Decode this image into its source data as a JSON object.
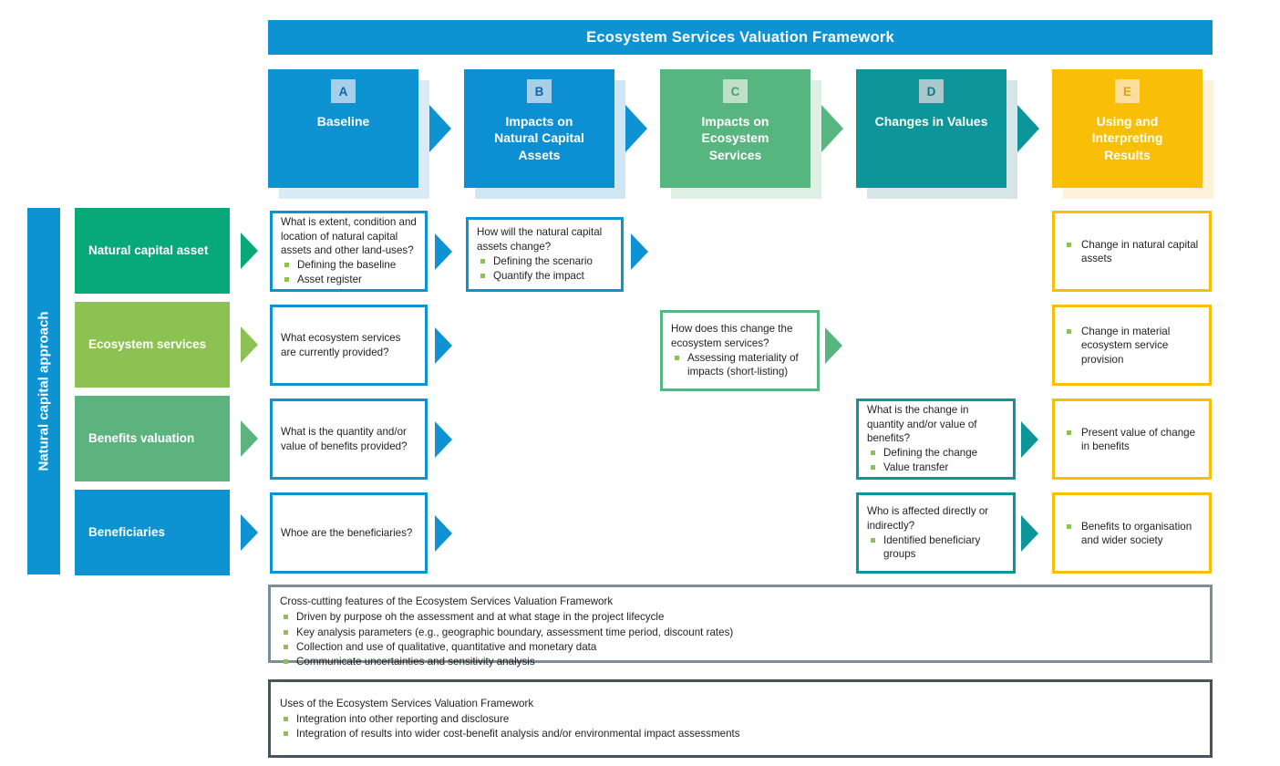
{
  "header": {
    "title": "Ecosystem Services Valuation Framework"
  },
  "spine": {
    "label": "Natural capital approach"
  },
  "stages": [
    {
      "letter": "A",
      "title": "Baseline",
      "color": "#0d93d2",
      "badge_bg": "#a8cfe9",
      "badge_fg": "#0d6aa8",
      "shadow": "#a9cfe8"
    },
    {
      "letter": "B",
      "title": "Impacts on\nNatural Capital\nAssets",
      "color": "#0d8fd4",
      "badge_bg": "#a8cfe9",
      "badge_fg": "#0d6aa8",
      "shadow": "#8cc4e8"
    },
    {
      "letter": "C",
      "title": "Impacts on\nEcosystem\nServices",
      "color": "#57b57f",
      "badge_bg": "#bfdfc8",
      "badge_fg": "#4e9f72",
      "shadow": "#aedcbd"
    },
    {
      "letter": "D",
      "title": "Changes in Values",
      "color": "#0d9699",
      "badge_bg": "#a9c8cc",
      "badge_fg": "#0d7b80",
      "shadow": "#9dc0c5"
    },
    {
      "letter": "E",
      "title": "Using and\nInterpreting\nResults",
      "color": "#f9be06",
      "badge_bg": "#fbdf9d",
      "badge_fg": "#d8a412",
      "shadow": "#fce0a8"
    }
  ],
  "arrows": {
    "stage_color": [
      "#0d93d2",
      "#0d93d2",
      "#57b57f",
      "#0d9699"
    ],
    "row_colors": [
      "#08a978",
      "#8cc251",
      "#5cb37e",
      "#0d93d2"
    ]
  },
  "rows": [
    {
      "label": "Natural capital asset",
      "color": "#08a978"
    },
    {
      "label": "Ecosystem services",
      "color": "#8cc251"
    },
    {
      "label": "Benefits valuation",
      "color": "#5cb37e"
    },
    {
      "label": "Beneficiaries",
      "color": "#0d93d2"
    }
  ],
  "cells": {
    "r1a": {
      "border": "#0d93d2",
      "question": "What is extent, condition and location of natural capital assets and other land-uses?",
      "bullets": [
        "Defining the baseline",
        "Asset register"
      ]
    },
    "r1b": {
      "border": "#0d93d2",
      "question": "How will the natural capital assets change?",
      "bullets": [
        "Defining the scenario",
        "Quantify the impact"
      ]
    },
    "r1e": {
      "border": "#f9be06",
      "question": "",
      "bullets": [
        "Change in natural capital assets"
      ]
    },
    "r2a": {
      "border": "#0d93d2",
      "question": "What ecosystem services are currently provided?",
      "bullets": []
    },
    "r2c": {
      "border": "#57b57f",
      "question": "How does this change the ecosystem services?",
      "bullets": [
        "Assessing materiality of impacts (short-listing)"
      ]
    },
    "r2e": {
      "border": "#f9be06",
      "question": "",
      "bullets": [
        "Change in material ecosystem service provision"
      ]
    },
    "r3a": {
      "border": "#0d93d2",
      "question": "What is the quantity and/or value of benefits provided?",
      "bullets": []
    },
    "r3d": {
      "border": "#0d9699",
      "question": "What is the change in quantity and/or value of benefits?",
      "bullets": [
        "Defining the change",
        "Value transfer"
      ]
    },
    "r3e": {
      "border": "#f9be06",
      "question": "",
      "bullets": [
        "Present value of change in benefits"
      ]
    },
    "r4a": {
      "border": "#0d93d2",
      "question": "Whoe are the beneficiaries?",
      "bullets": []
    },
    "r4d": {
      "border": "#0d9699",
      "question": "Who is affected directly or indirectly?",
      "bullets": [
        "Identified beneficiary groups"
      ]
    },
    "r4e": {
      "border": "#f9be06",
      "question": "",
      "bullets": [
        "Benefits to organisation and wider society"
      ]
    }
  },
  "panels": [
    {
      "heading": "Cross-cutting features of the Ecosystem Services Valuation Framework",
      "bullets": [
        "Driven by purpose oh the assessment and at what stage in the project lifecycle",
        "Key analysis parameters (e.g., geographic boundary, assessment time period, discount rates)",
        "Collection and use of qualitative, quantitative and monetary data",
        "Communicate uncertainties and sensitivity analysis"
      ]
    },
    {
      "heading": "Uses of the Ecosystem Services Valuation Framework",
      "bullets": [
        "Integration into other reporting and disclosure",
        "Integration of results into wider cost-benefit analysis and/or environmental impact assessments"
      ]
    }
  ]
}
